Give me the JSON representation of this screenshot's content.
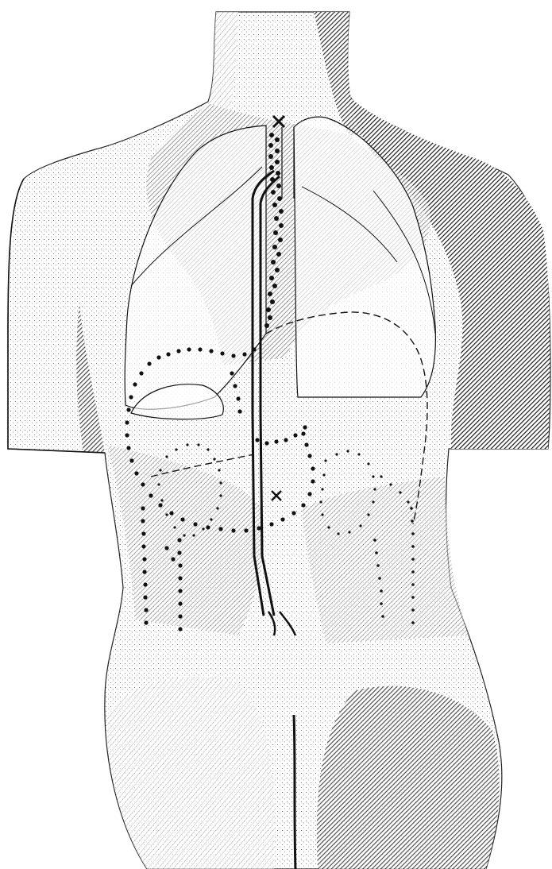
{
  "figure": {
    "subject": "anatomical-engraving-posterior-torso",
    "colors": {
      "paper": "#ffffff",
      "ink": "#111111",
      "shade_dark": "#2b2b2b",
      "shade_mid": "#6b6b6b",
      "shade_light": "#b8b8b8"
    },
    "markers": [
      "x-mark-upper",
      "x-mark-lower"
    ]
  }
}
